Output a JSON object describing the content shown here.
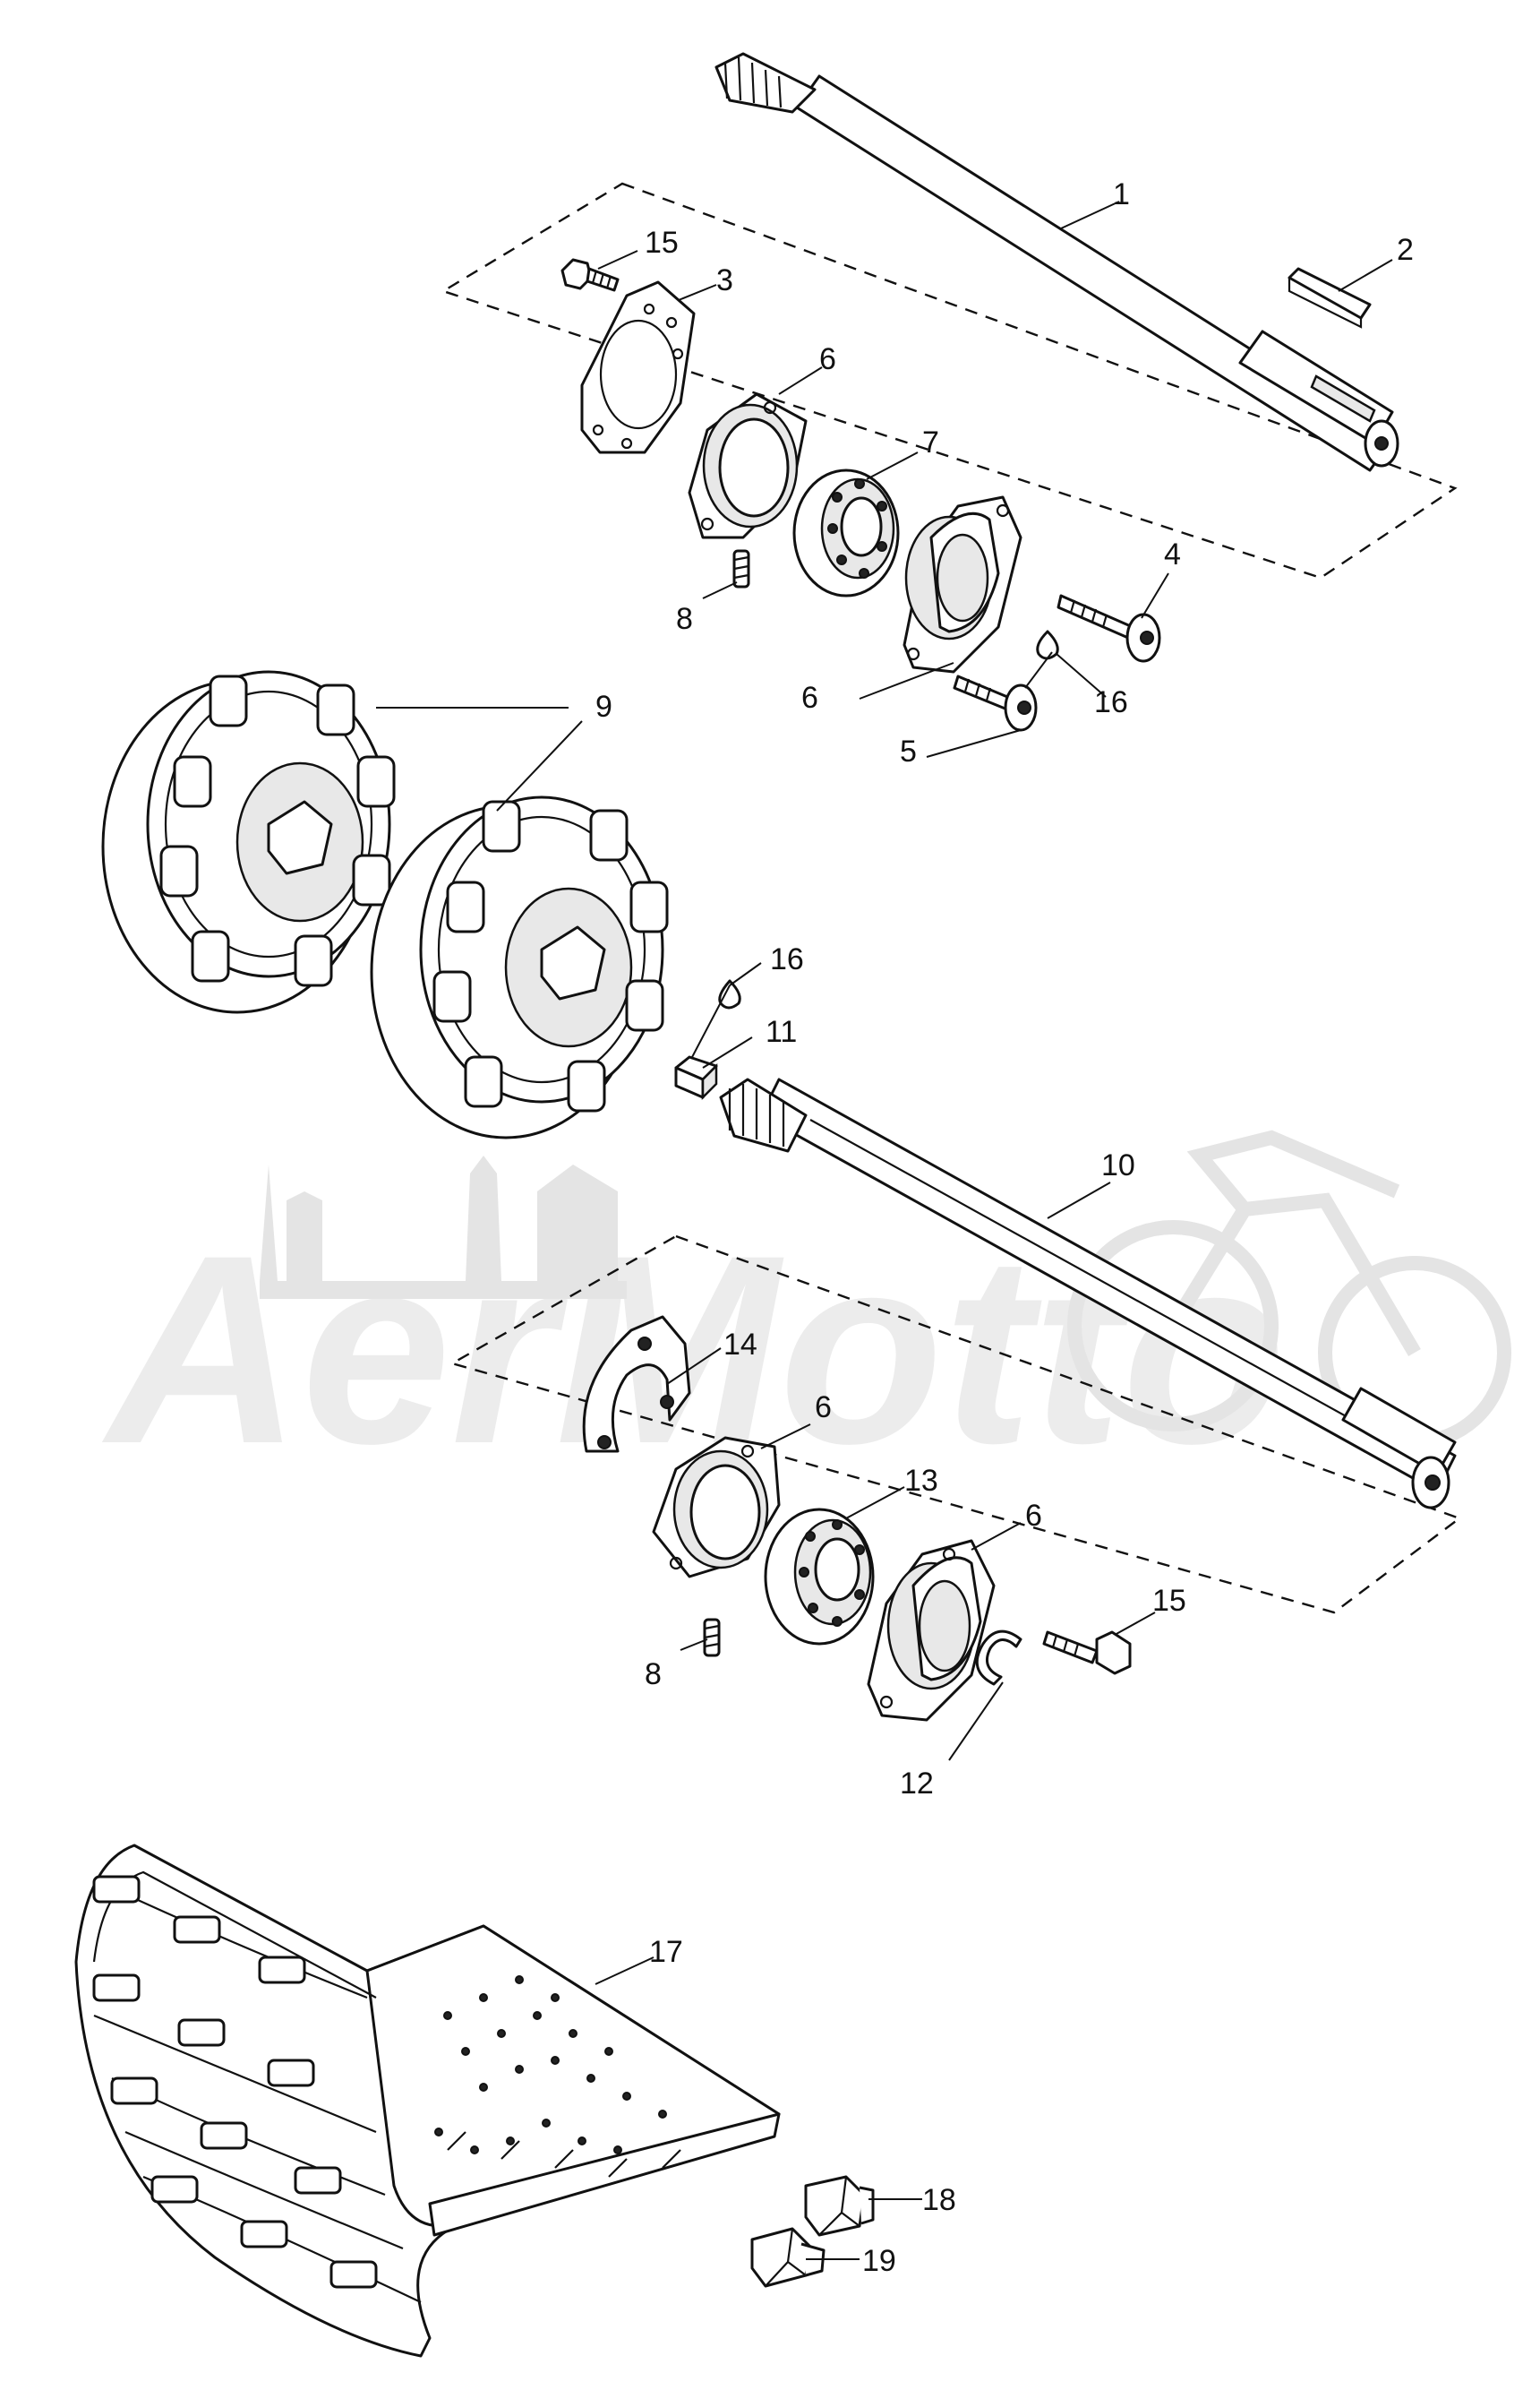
{
  "watermark": {
    "text": "AerMotto"
  },
  "callouts": [
    {
      "id": "c1",
      "text": "1"
    },
    {
      "id": "c2",
      "text": "2"
    },
    {
      "id": "c3",
      "text": "3"
    },
    {
      "id": "c4",
      "text": "4"
    },
    {
      "id": "c5",
      "text": "5"
    },
    {
      "id": "c6a",
      "text": "6"
    },
    {
      "id": "c6b",
      "text": "6"
    },
    {
      "id": "c6c",
      "text": "6"
    },
    {
      "id": "c6d",
      "text": "6"
    },
    {
      "id": "c7",
      "text": "7"
    },
    {
      "id": "c8a",
      "text": "8"
    },
    {
      "id": "c8b",
      "text": "8"
    },
    {
      "id": "c9",
      "text": "9"
    },
    {
      "id": "c10",
      "text": "10"
    },
    {
      "id": "c11",
      "text": "11"
    },
    {
      "id": "c12",
      "text": "12"
    },
    {
      "id": "c13",
      "text": "13"
    },
    {
      "id": "c14",
      "text": "14"
    },
    {
      "id": "c15a",
      "text": "15"
    },
    {
      "id": "c15b",
      "text": "15"
    },
    {
      "id": "c16a",
      "text": "16"
    },
    {
      "id": "c16b",
      "text": "16"
    },
    {
      "id": "c17",
      "text": "17"
    },
    {
      "id": "c18",
      "text": "18"
    },
    {
      "id": "c19",
      "text": "19"
    }
  ]
}
